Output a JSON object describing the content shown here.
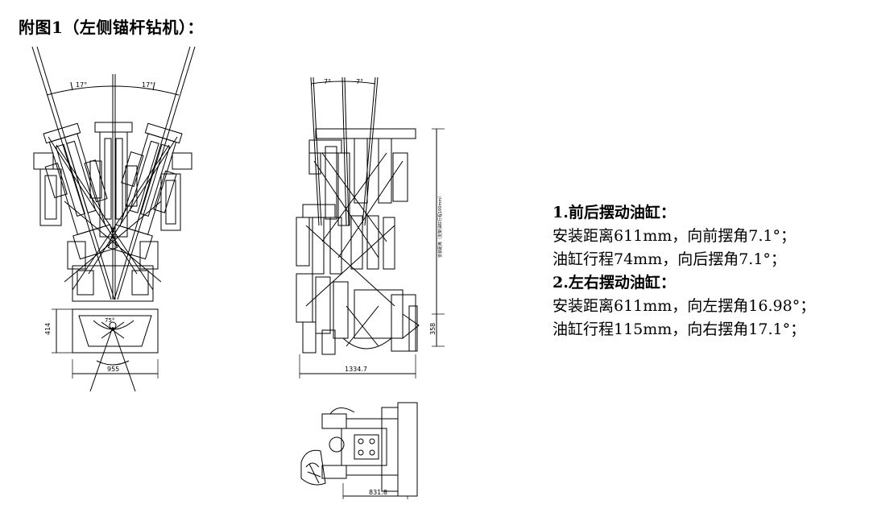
{
  "title": "附图1（左侧锚杆钻机）：",
  "front_view": {
    "angle_left": "17°",
    "angle_right": "17°",
    "angle_bottom": "75°",
    "height_dim": "414",
    "width_dim": "955"
  },
  "side_view": {
    "angle_left": "7°",
    "angle_right": "7°",
    "stroke_label": "安装距离（支架油缸行程100mm）",
    "height_dim": "358",
    "width_dim": "1334.7"
  },
  "top_view": {
    "width_dim": "831.8"
  },
  "spec": {
    "section1": {
      "heading": "1.前后摆动油缸：",
      "line1": "安装距离611mm，向前摆角7.1°；",
      "line2": "油缸行程74mm，向后摆角7.1°；"
    },
    "section2": {
      "heading": "2.左右摆动油缸：",
      "line1": "安装距离611mm，向左摆角16.98°；",
      "line2": "油缸行程115mm，向右摆角17.1°；"
    }
  }
}
